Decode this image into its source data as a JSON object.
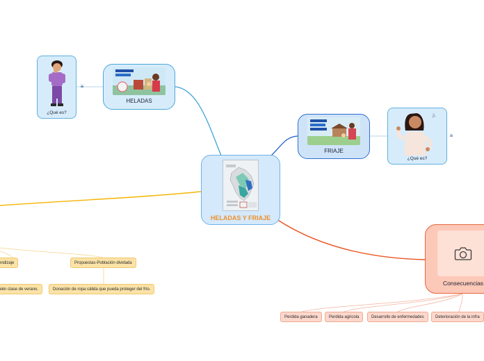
{
  "map": {
    "central": {
      "label": "HELADAS Y FRIAJE",
      "image": "peru-map"
    },
    "heladas": {
      "label": "HELADAS",
      "image": "heladas-illustration"
    },
    "friaje": {
      "label": "FRIAJE",
      "image": "friaje-illustration"
    },
    "que_es_heladas": {
      "label": "¿Qué es?",
      "image": "person-cold-illustration"
    },
    "que_es_friaje": {
      "label": "¿Qué es?",
      "image": "person-thinking-illustration"
    },
    "consecuencias": {
      "label": "Consecuencias",
      "icon": "camera-icon"
    },
    "yellow_items": {
      "aprendizaje": "endizaje",
      "propuestas": "Propuestas-Población dividada",
      "clase_verano": "bién clase de verano.",
      "donacion": "Donación de ropa cálida que pueda proteger del frío."
    },
    "consecuencias_items": {
      "ganadera": "Perdida ganadera",
      "agricola": "Perdida agricola",
      "enfermedades": "Desarrollo de enfermedades",
      "infraestructura": "Deterioración de la infra"
    }
  },
  "colors": {
    "central_border": "#6fb1e6",
    "heladas_link": "#3ea3d6",
    "friaje_link": "#2160c8",
    "yellow_link": "#f4b400",
    "orange_link": "#e8531f"
  }
}
